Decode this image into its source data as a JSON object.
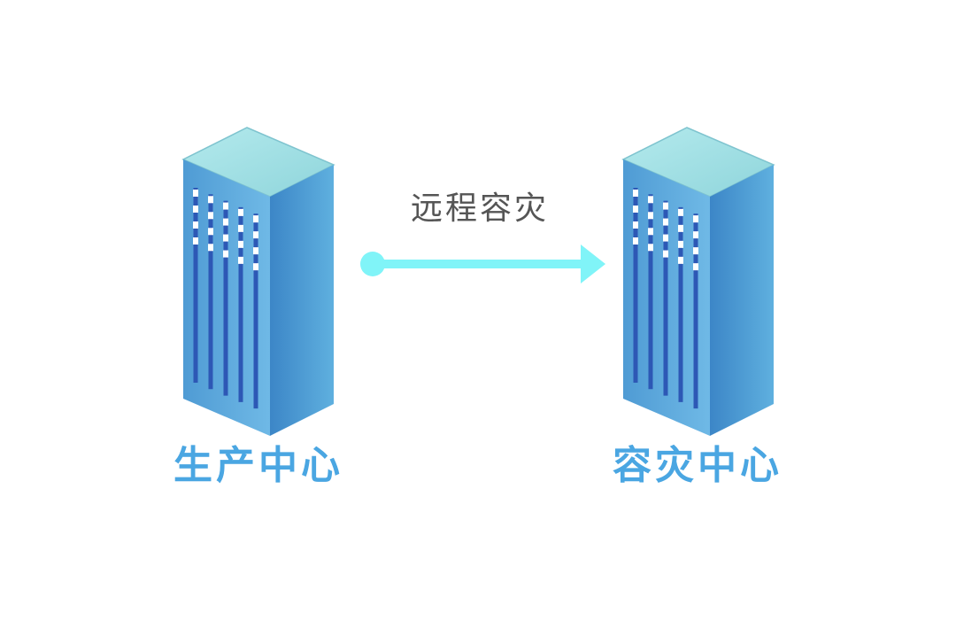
{
  "colors": {
    "label_blue": "#4aa6e2",
    "remote_label": "#555555",
    "arrow": "#80f4f8",
    "roof": "#9fdfe3",
    "front": "#5aa7d9",
    "side": "#3f8ccc",
    "stripe": "#2d58b5",
    "window": "#ffffff"
  },
  "diagram": {
    "source": {
      "label": "生产中心",
      "icon": "server-building-icon"
    },
    "target": {
      "label": "容灾中心",
      "icon": "server-building-icon"
    },
    "connection": {
      "label": "远程容灾",
      "icon": "arrow-right-icon"
    }
  }
}
